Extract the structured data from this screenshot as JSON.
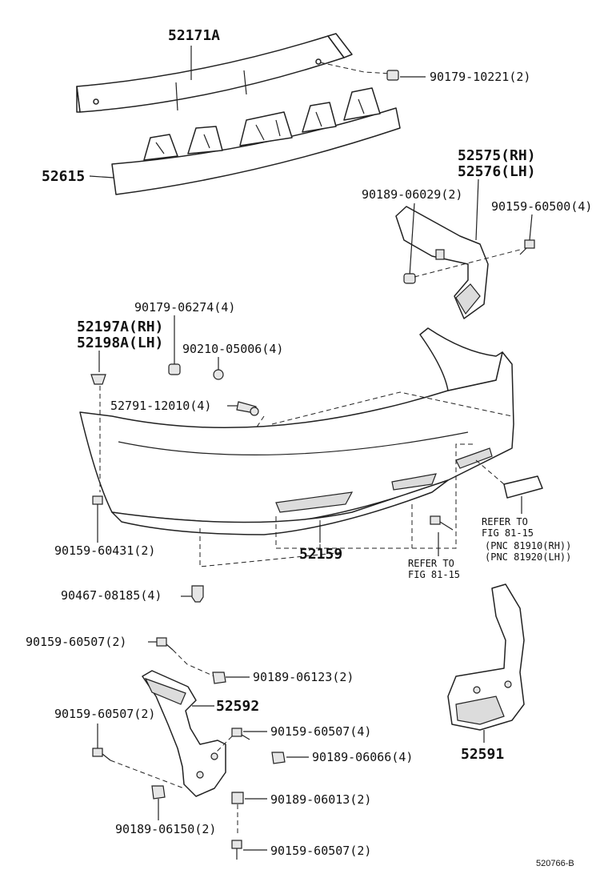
{
  "labels": {
    "p52171A": "52171A",
    "p52615": "52615",
    "p90179_10221": "90179-10221(2)",
    "p52575": "52575(RH)",
    "p52576": "52576(LH)",
    "p90189_06029": "90189-06029(2)",
    "p90159_60500": "90159-60500(4)",
    "p90179_06274": "90179-06274(4)",
    "p52197A": "52197A(RH)",
    "p52198A": "52198A(LH)",
    "p90210_05006": "90210-05006(4)",
    "p52791_12010": "52791-12010(4)",
    "p90159_60431": "90159-60431(2)",
    "p52159": "52159",
    "refer1_a": "REFER TO",
    "refer1_b": "FIG 81-15",
    "pnc_rh": "(PNC 81910(RH))",
    "pnc_lh": "(PNC 81920(LH))",
    "refer2_a": "REFER TO",
    "refer2_b": "FIG 81-15",
    "p90467_08185": "90467-08185(4)",
    "p90159_60507_a": "90159-60507(2)",
    "p90189_06123": "90189-06123(2)",
    "p90159_60507_b": "90159-60507(2)",
    "p52592": "52592",
    "p90159_60507_c": "90159-60507(4)",
    "p90189_06066": "90189-06066(4)",
    "p90189_06013": "90189-06013(2)",
    "p90189_06150": "90189-06150(2)",
    "p90159_60507_d": "90159-60507(2)",
    "p52591": "52591",
    "diagram_id": "520766-B"
  }
}
